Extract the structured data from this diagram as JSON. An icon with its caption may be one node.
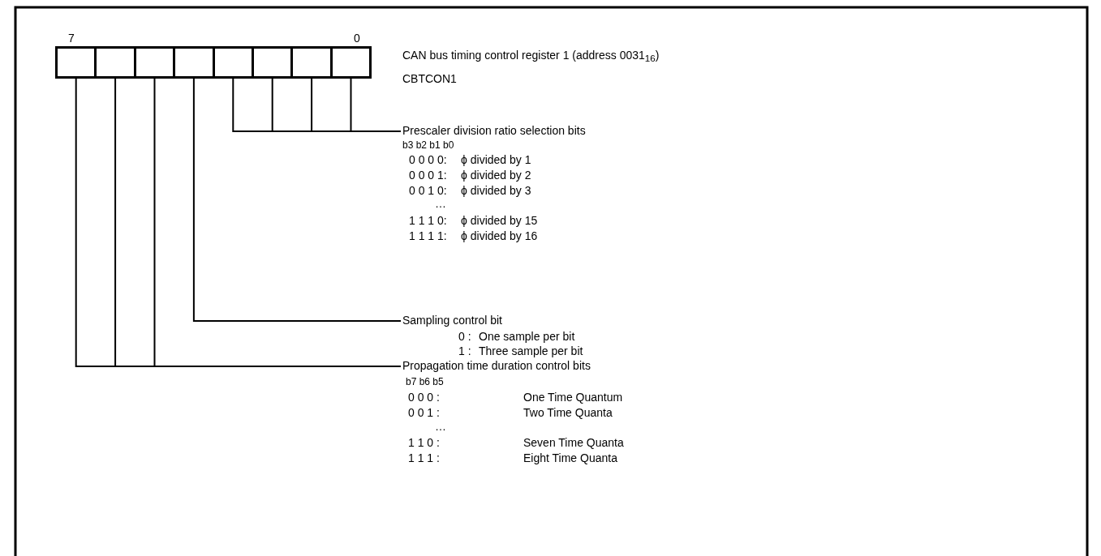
{
  "diagram": {
    "title": "CAN bus timing control register 1 (address 0031$_{16}$)",
    "nodes": [
      {
        "text": [],
        "shape": "box"
      },
      {
        "text": [],
        "shape": "box"
      },
      {
        "text": [],
        "shape": "box"
      },
      {
        "text": [],
        "shape": "box"
      },
      {
        "text": [],
        "shape": "box"
      },
      {
        "text": [],
        "shape": "box"
      },
      {
        "text": [],
        "shape": "box"
      },
      {
        "text": [],
        "shape": "box"
      },
      {
        "text": [
          "Prescaler division ratio selection bits"
        ]
      },
      {
        "text": [
          "Sampling control bit"
        ]
      },
      {
        "text": [
          "Propagation time duration control bits"
        ]
      }
    ],
    "edges": [
      {
        "from": 4,
        "to": 8,
        "arrow": "none"
      },
      {
        "from": 5,
        "to": 8,
        "arrow": "none"
      },
      {
        "from": 6,
        "to": 8,
        "arrow": "none"
      },
      {
        "from": 7,
        "to": 8,
        "arrow": "none"
      },
      {
        "from": 3,
        "to": 9,
        "arrow": "none"
      },
      {
        "from": 0,
        "to": 10,
        "arrow": "none"
      },
      {
        "from": 1,
        "to": 10,
        "arrow": "none"
      },
      {
        "from": 2,
        "to": 10,
        "arrow": "none"
      }
    ],
    "labels": [
      "7",
      "0",
      "CBTCON1",
      "b3 b2 b1 b0",
      "0 0 0 0:",
      "ϕ divided by 1",
      "0 0 0 1:",
      "ϕ divided by 2",
      "0 0 1 0:",
      "ϕ divided by 3",
      "…",
      "1 1 1 0:",
      "ϕ divided by 15",
      "1 1 1 1:",
      "ϕ divided by 16",
      "0 :",
      "One sample per bit",
      "1 :",
      "Three sample per bit",
      "b7 b6 b5",
      "0 0 0 :",
      "One Time Quantum",
      "0 0 1 :",
      "Two Time Quanta",
      "…",
      "1 1 0 :",
      "Seven Time Quanta",
      "1 1 1 :",
      "Eight Time Quanta"
    ]
  }
}
